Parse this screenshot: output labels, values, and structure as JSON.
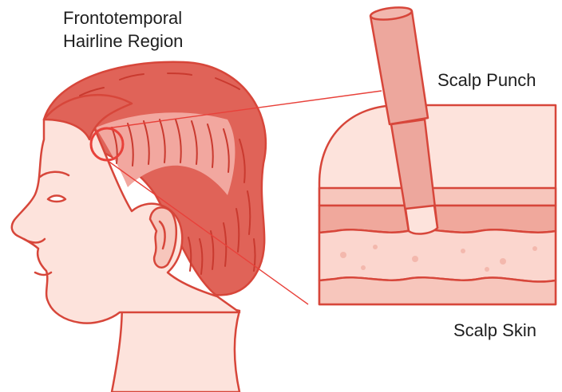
{
  "labels": {
    "region_line1": "Frontotemporal",
    "region_line2": "Hairline Region",
    "punch": "Scalp Punch",
    "skin": "Scalp Skin"
  },
  "colors": {
    "outline": "#d7463a",
    "hair": "#e06358",
    "hair_light": "#f2a79f",
    "skin": "#fde3dc",
    "skin_mid": "#f7c6bc",
    "dermis": "#f0a89c",
    "highlight": "#e8413a",
    "text": "#1e1e1e"
  }
}
